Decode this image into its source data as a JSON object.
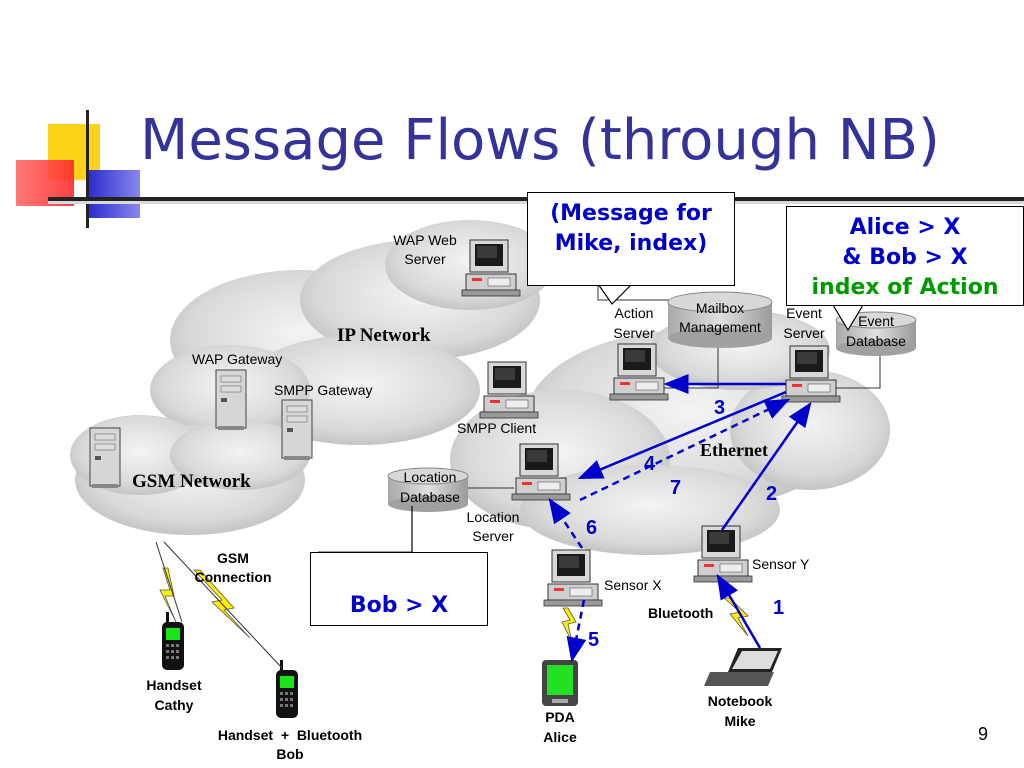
{
  "slide": {
    "title": "Message Flows (through NB)",
    "page_number": "9"
  },
  "callouts": {
    "message": [
      "(Message for",
      "Mike, index)"
    ],
    "event": [
      "Alice > X",
      "& Bob > X",
      "index of Action"
    ],
    "bob": "Bob > X"
  },
  "clouds": {
    "ip": "IP Network",
    "gsm": "GSM Network",
    "ethernet": "Ethernet"
  },
  "nodes": {
    "wap_web_server": [
      "WAP Web",
      "Server"
    ],
    "wap_gateway": "WAP Gateway",
    "smpp_gateway": "SMPP Gateway",
    "smpp_client": "SMPP Client",
    "action_server": [
      "Action",
      "Server"
    ],
    "mailbox": [
      "Mailbox",
      "Management"
    ],
    "event_server": [
      "Event",
      "Server"
    ],
    "event_db": [
      "Event",
      "Database"
    ],
    "location_db": [
      "Location",
      "Database"
    ],
    "location_server": [
      "Location",
      "Server"
    ],
    "sensor_x": "Sensor X",
    "sensor_y": "Sensor Y",
    "bluetooth": "Bluetooth",
    "gsm_connection": [
      "GSM",
      "Connection"
    ],
    "handset_cathy": [
      "Handset",
      "Cathy"
    ],
    "handset_bob": [
      "Handset  +  Bluetooth",
      "Bob"
    ],
    "pda_alice": [
      "PDA",
      "Alice"
    ],
    "notebook_mike": [
      "Notebook",
      "Mike"
    ]
  },
  "flow_steps": [
    "1",
    "2",
    "3",
    "4",
    "5",
    "6",
    "7"
  ],
  "colors": {
    "title": "#333399",
    "flow": "#0000cc",
    "highlight": "#009900",
    "deco_yellow": "#ffcc00",
    "deco_red": "#ff3333",
    "deco_blue": "#3333cc"
  }
}
